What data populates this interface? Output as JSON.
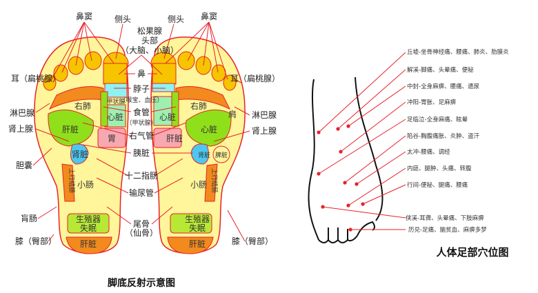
{
  "left_diagram": {
    "title": "脚底反射示意图",
    "outer_labels": {
      "sinus_left": "鼻窦",
      "side_head_left": "侧头",
      "pineal": "松果腺",
      "head": "头部",
      "brain": "（大脑、小脑）",
      "side_head_right": "侧头",
      "sinus_right": "鼻窦",
      "ear_left": "耳（扁桃腺）",
      "ear_right": "耳（扁桃腺）",
      "nose": "鼻",
      "neck": "脖子",
      "neck_note": "（喉宝、血压）",
      "esophagus": "食管",
      "esophagus_note": "（甲状腺）",
      "trachea": "右气管",
      "pancreas": "胰脏",
      "duodenum": "十二指肠",
      "ureter": "输尿管",
      "coccyx": "尾骨",
      "coccyx_note": "（仙骨）",
      "lymph_left": "淋巴腺",
      "lymph_right": "淋巴腺",
      "adrenal_left": "肾上腺",
      "adrenal_right": "肾上腺",
      "gallbladder": "胆囊",
      "appendix": "肓肠",
      "knee_left": "膝（臀部）",
      "knee_right": "膝（臀部）"
    },
    "left_foot": {
      "lung": "右肺",
      "thyroid": "甲状腺",
      "heart": "心脏",
      "liver": "肝脏",
      "stomach": "胃",
      "kidney": "肾脏",
      "small_intestine": "小肠",
      "colon": "上行结肠",
      "genital": "生殖器",
      "insomnia": "失眠",
      "heel": "肝脏"
    },
    "right_foot": {
      "lung": "右肺",
      "heart_inner": "心脏",
      "shoulder": "肩",
      "heart": "心脏",
      "liver": "肝脏",
      "kidney": "肾脏",
      "spleen": "脾脏",
      "small_intestine": "小肠",
      "colon": "上行结肠",
      "genital": "生殖器",
      "insomnia": "失眠",
      "heel": "肝脏"
    }
  },
  "right_diagram": {
    "title": "人体足部穴位图",
    "acupoints": [
      "丘墟-坐骨神经痛、腰痛、肺炎、肋膜炎",
      "解溪-脚痛、头晕痛、便秘",
      "中封-全身麻痹、腰痛、遗尿",
      "冲阳-胃胀、足麻痹",
      "足临泣-全身麻痛、眩晕",
      "陷谷-胸腹痛胀、炎肿、盗汗",
      "太冲-腰痛、调经",
      "内庭、腿肿、头痛、转腹",
      "行间-便秘、腿痛、腰痛",
      "侠溪-耳聋、头晕痛、下肢麻痹",
      "历兑-足痛、脑贫血、麻痹多梦"
    ]
  },
  "colors": {
    "line": "#e8202a",
    "foot": "#fff59a",
    "toe": "#f7c400",
    "green": "#8fe01a",
    "orange": "#f28a1e",
    "blue": "#4cc8f0",
    "pink": "#f7a8b0",
    "cyan": "#8ff2f2",
    "mint": "#9ff0b0"
  }
}
